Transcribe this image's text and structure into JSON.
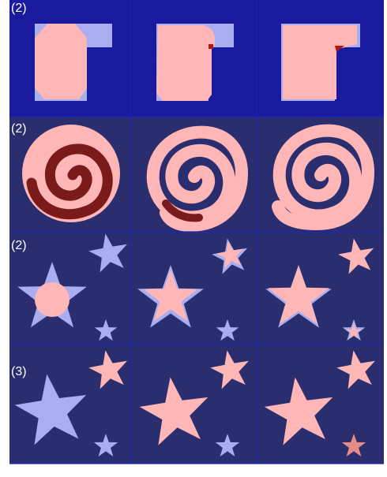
{
  "figure": {
    "rows": [
      {
        "label": "(2)",
        "name": "row-rectangle"
      },
      {
        "label": "(2)",
        "name": "row-spiral"
      },
      {
        "label": "(2)",
        "name": "row-stars-a"
      },
      {
        "label": "(3)",
        "name": "row-stars-b"
      }
    ],
    "arrow": "progression-arrow",
    "colors": {
      "row1_bg": "#1a1a9e",
      "row_bg": "#2a2e6e",
      "grid_line": "#1c24b8",
      "pink": "#ffb6b6",
      "lavender": "#a8aef0",
      "dark_red": "#7a1a1a",
      "red": "#b01818"
    }
  }
}
